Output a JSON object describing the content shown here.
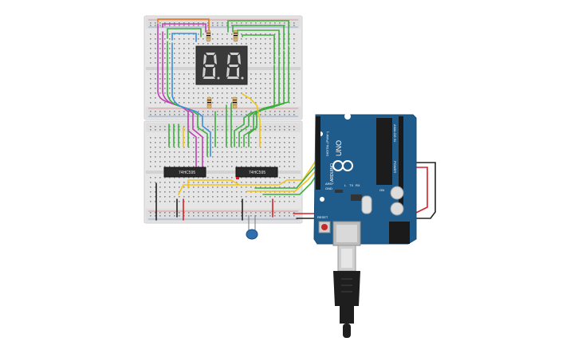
{
  "chips": {
    "left_label": "74HC595",
    "right_label": "74HC595"
  },
  "display": {
    "digit_left": "8.",
    "digit_right": "8."
  },
  "arduino": {
    "brand": "UNO",
    "logo_text": "ARDUINO",
    "digital_header": "DIGITAL (PWM~)",
    "analog_header": "ANALOG IN",
    "power_header": "POWER",
    "reset_label": "RESET",
    "aref_label": "AREF",
    "gnd_label": "GND",
    "tx_label": "TX",
    "rx_label": "RX",
    "l_label": "L",
    "on_label": "ON"
  },
  "colors": {
    "board_blue": "#1f5c8c",
    "breadboard": "#e9e9e9",
    "wire_green": "#3fae3f",
    "wire_yellow": "#f0c419",
    "wire_blue": "#3b8fd6",
    "wire_magenta": "#c23fb4",
    "wire_red": "#d81f26",
    "wire_black": "#222222",
    "wire_orange": "#e07b20"
  }
}
